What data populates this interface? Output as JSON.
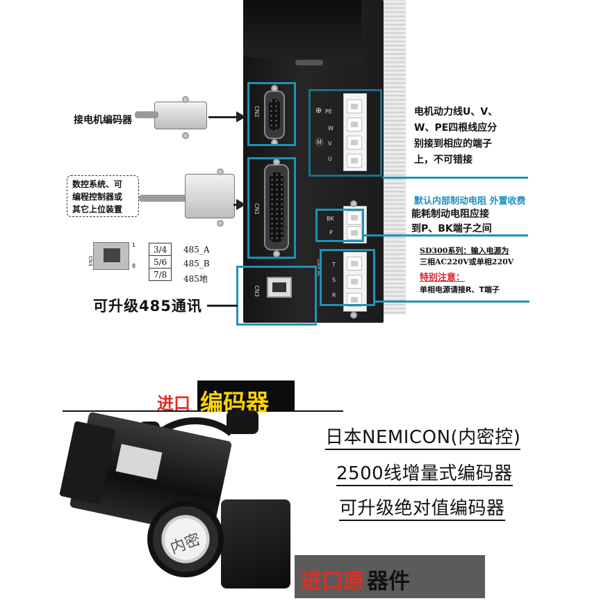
{
  "driver": {
    "port_labels": {
      "cn2": "CN2",
      "cn1": "CN1",
      "cn3": "CN3"
    },
    "power_terminal_labels": [
      "PE",
      "W",
      "V",
      "U"
    ],
    "brake_terminal_labels": [
      "BK",
      "P"
    ],
    "input_terminal_labels": [
      "T",
      "S",
      "R"
    ],
    "input_terminal_side": "220V AC"
  },
  "annotations": {
    "encoder_cable": "接电机编码器",
    "controller_lines": [
      "数控系统、可",
      "编程控制器或",
      "其它上位装置"
    ],
    "motor_power_lines": [
      "电机动力线U、V、",
      "W、PE四根线应分",
      "别接到相应的端子",
      "上，不可错接"
    ],
    "brake_resistor_note": "默认内部制动电阻 外置收费",
    "brake_resistor_lines": [
      "能耗制动电阻应接",
      "到P、BK端子之间"
    ],
    "power_input_lines": [
      "SD300系列：输入电源为",
      "三相AC220V或单相220V"
    ],
    "special_note": "特别注意：",
    "special_note_detail": "单相电源请接R、T端子",
    "rs485_title": "可升级485通讯"
  },
  "pin_map": {
    "connector_label": "CN3",
    "pin_numbers": [
      "1",
      "8"
    ],
    "rows": [
      {
        "pins": "3/4",
        "signal": "485_A"
      },
      {
        "pins": "5/6",
        "signal": "485_B"
      },
      {
        "pins": "7/8",
        "signal": "485地"
      }
    ]
  },
  "encoder_section": {
    "banner_prefix": "进口",
    "banner_main": "编码器",
    "specs": [
      "日本NEMICON(内密控)",
      "2500线增量式编码器",
      "可升级绝对值编码器"
    ],
    "cap_mark": "内密",
    "origin_red": "进口原",
    "origin_black": "器件"
  },
  "colors": {
    "highlight": "#1e93b4",
    "note_cyan": "#1a8fc0",
    "warning_red": "#e0202a",
    "banner_red": "#e42b22",
    "banner_yellow": "#ffd400"
  }
}
